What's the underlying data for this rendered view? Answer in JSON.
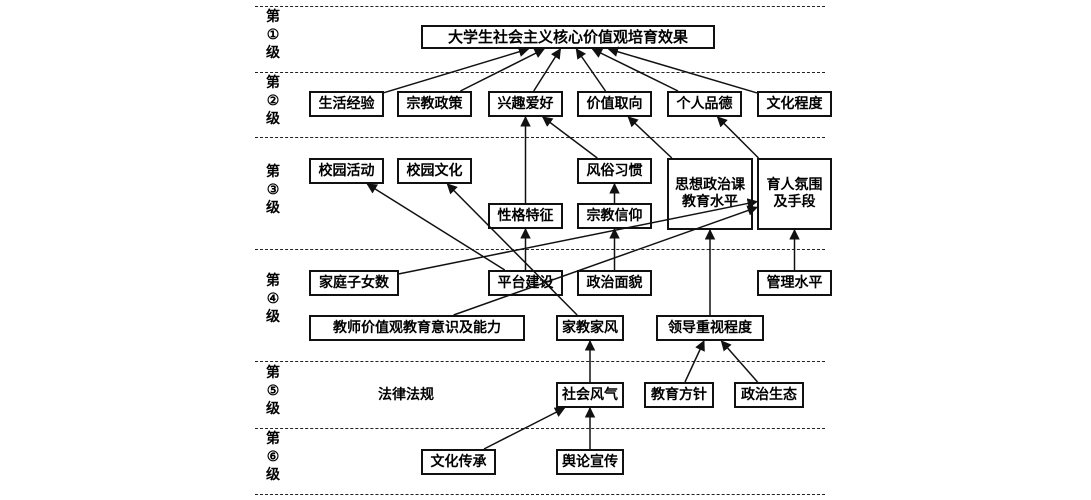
{
  "levels": [
    {
      "id": "lvl1",
      "chars": [
        "第",
        "①",
        "级"
      ]
    },
    {
      "id": "lvl2",
      "chars": [
        "第",
        "②",
        "级"
      ]
    },
    {
      "id": "lvl3",
      "chars": [
        "第",
        "③",
        "级"
      ]
    },
    {
      "id": "lvl4",
      "chars": [
        "第",
        "④",
        "级"
      ]
    },
    {
      "id": "lvl5",
      "chars": [
        "第",
        "⑤",
        "级"
      ]
    },
    {
      "id": "lvl6",
      "chars": [
        "第",
        "⑥",
        "级"
      ]
    }
  ],
  "nodes": {
    "goal": "大学生社会主义核心价值观培育效果",
    "life": "生活经验",
    "religion": "宗教政策",
    "interest": "兴趣爱好",
    "values": "价值取向",
    "character": "个人品德",
    "culture": "文化程度",
    "campus_act": "校园活动",
    "campus_cul": "校园文化",
    "custom": "风俗习惯",
    "ideology": [
      "思想政治课",
      "教育水平"
    ],
    "atmos": [
      "育人氛围",
      "及手段"
    ],
    "personal": "性格特征",
    "belief": "宗教信仰",
    "children": "家庭子女数",
    "platform": "平台建设",
    "politics": "政治面貌",
    "manage": "管理水平",
    "teacher": "教师价值观教育意识及能力",
    "family": "家教家风",
    "leader": "领导重视程度",
    "law": "法律法规",
    "social": "社会风气",
    "policy": "教育方针",
    "ecology": "政治生态",
    "inherit": "文化传承",
    "opinion": "舆论宣传"
  },
  "edges": [
    [
      "life",
      "goal"
    ],
    [
      "religion",
      "goal"
    ],
    [
      "interest",
      "goal"
    ],
    [
      "values",
      "goal"
    ],
    [
      "character",
      "goal"
    ],
    [
      "culture",
      "goal"
    ],
    [
      "custom",
      "interest"
    ],
    [
      "personal",
      "interest"
    ],
    [
      "belief",
      "custom"
    ],
    [
      "ideology",
      "values"
    ],
    [
      "atmos",
      "character"
    ],
    [
      "platform",
      "campus_act"
    ],
    [
      "family",
      "campus_cul"
    ],
    [
      "platform",
      "personal"
    ],
    [
      "politics",
      "belief"
    ],
    [
      "children",
      "atmos"
    ],
    [
      "teacher",
      "atmos"
    ],
    [
      "manage",
      "atmos"
    ],
    [
      "leader",
      "ideology"
    ],
    [
      "social",
      "family"
    ],
    [
      "policy",
      "leader"
    ],
    [
      "ecology",
      "leader"
    ],
    [
      "inherit",
      "social"
    ],
    [
      "opinion",
      "social"
    ]
  ]
}
